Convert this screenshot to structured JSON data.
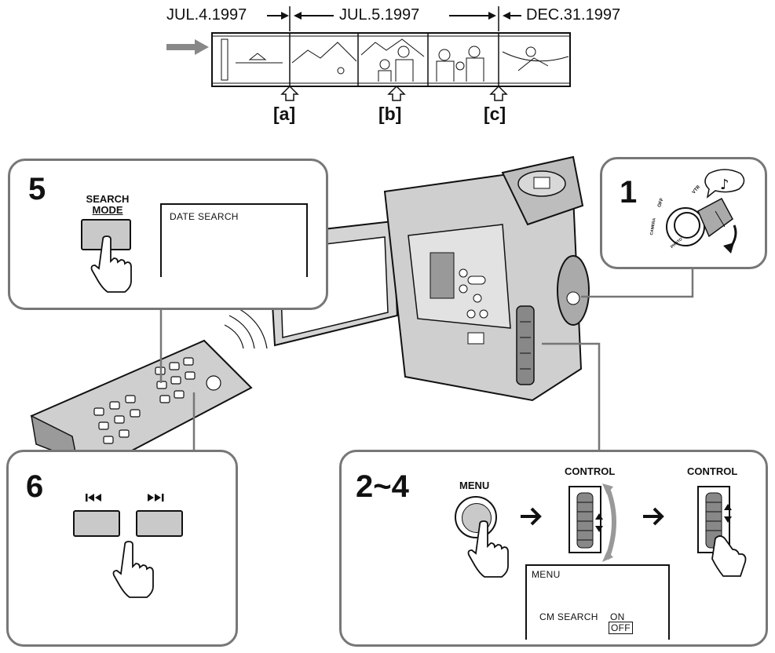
{
  "timeline": {
    "dates": [
      "JUL.4.1997",
      "JUL.5.1997",
      "DEC.31.1997"
    ],
    "points": [
      "[a]",
      "[b]",
      "[c]"
    ]
  },
  "step5": {
    "number": "5",
    "button_label_line1": "SEARCH",
    "button_label_line2": "MODE",
    "screen_text": "DATE SEARCH"
  },
  "step1": {
    "number": "1",
    "switch_labels": [
      "OFF",
      "VTR",
      "CAMERA",
      "PHOTO"
    ]
  },
  "step6": {
    "number": "6",
    "prev_icon": "skip-previous-icon",
    "next_icon": "skip-next-icon"
  },
  "step24": {
    "number": "2~4",
    "menu_label": "MENU",
    "control_label_1": "CONTROL",
    "control_label_2": "CONTROL",
    "screen_title": "MENU",
    "option_name": "CM SEARCH",
    "option_on": "ON",
    "option_off": "OFF"
  }
}
